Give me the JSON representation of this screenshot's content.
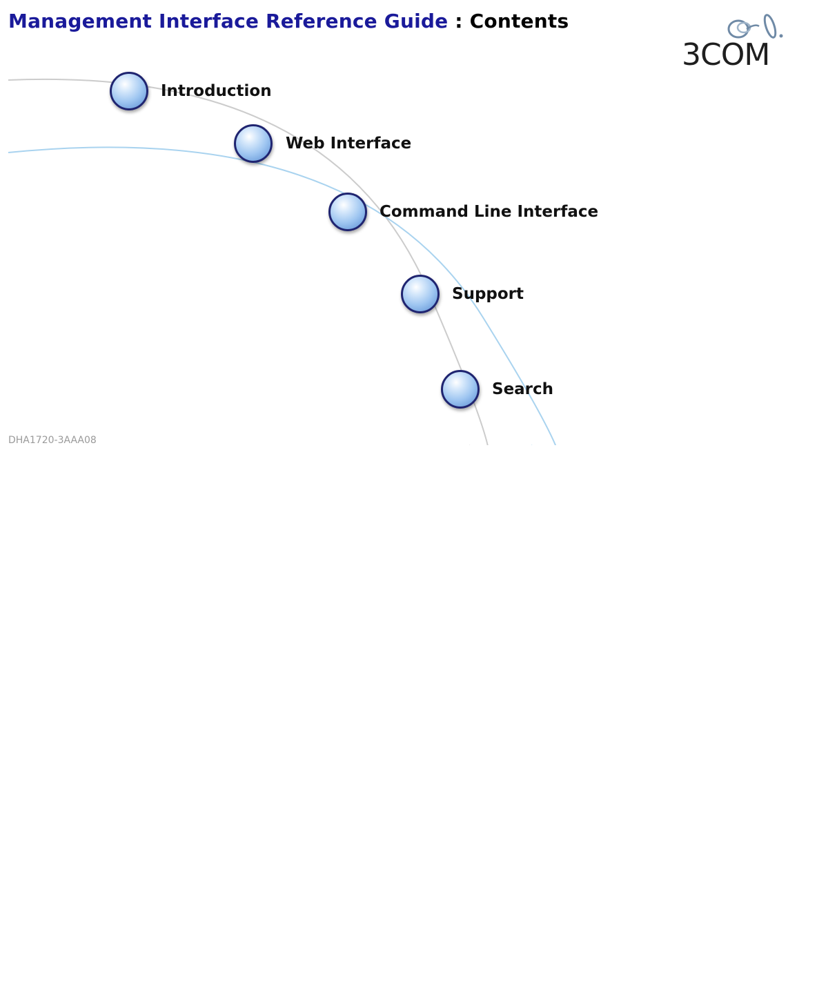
{
  "header": {
    "guide_title": "Management Interface Reference Guide",
    "separator": " : ",
    "section": "Contents"
  },
  "logo": {
    "wordmark": "3COM",
    "icon": "3com-rings-logo-icon"
  },
  "nav": {
    "items": [
      {
        "label": "Introduction",
        "icon": "orb-bullet-icon"
      },
      {
        "label": "Web Interface",
        "icon": "orb-bullet-icon"
      },
      {
        "label": "Command Line Interface",
        "icon": "orb-bullet-icon"
      },
      {
        "label": "Support",
        "icon": "orb-bullet-icon"
      },
      {
        "label": "Search",
        "icon": "orb-bullet-icon"
      }
    ]
  },
  "footer": {
    "doc_id": "DHA1720-3AAA08"
  },
  "colors": {
    "title_blue": "#1a1a9a",
    "orb_border": "#1f2470",
    "orb_fill": "#9fc6f1",
    "arc_gray": "#cccccc",
    "arc_blue": "#a9d3ef",
    "doc_id_gray": "#9a9a9a"
  }
}
